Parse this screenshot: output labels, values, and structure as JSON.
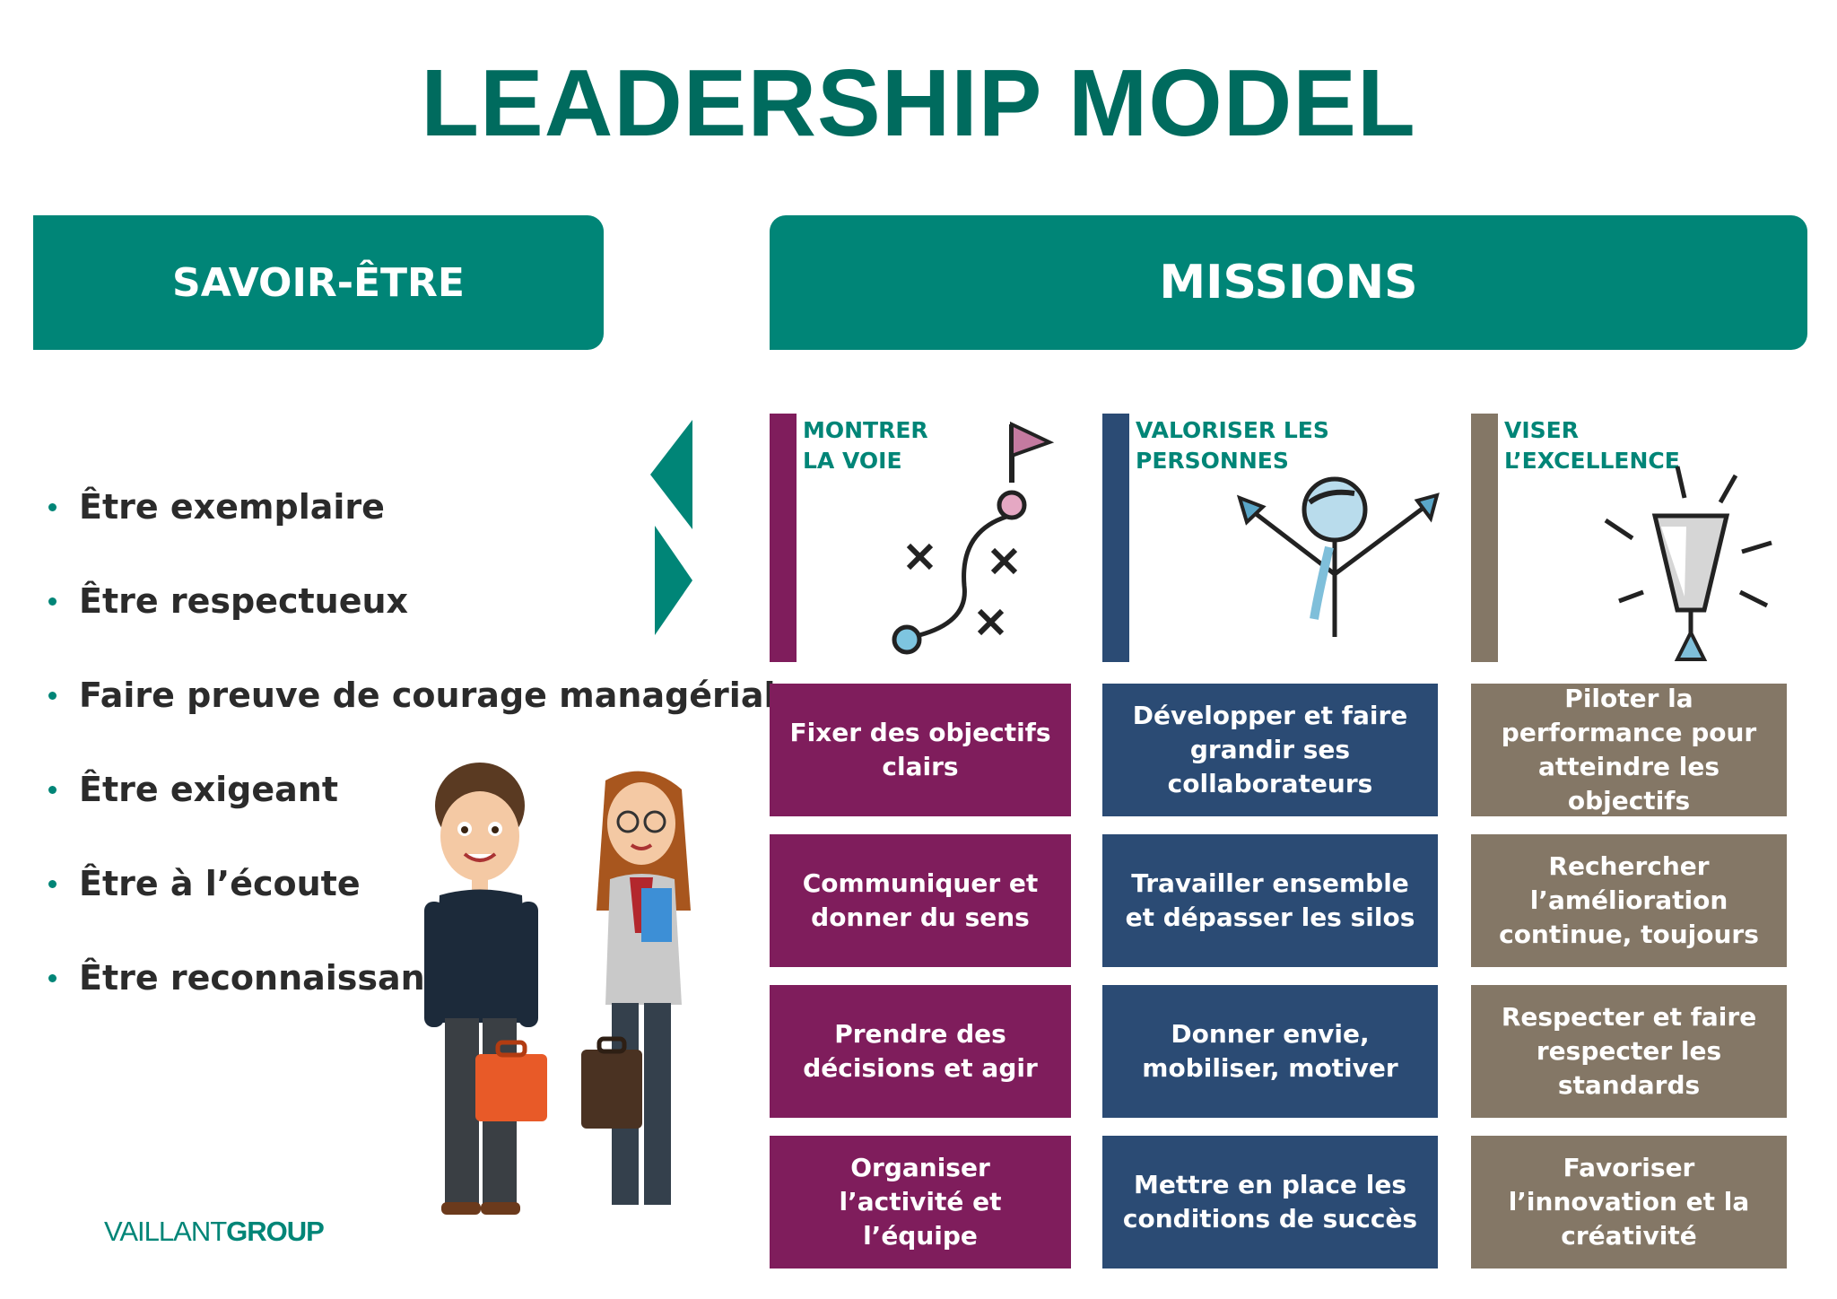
{
  "title": "LEADERSHIP MODEL",
  "colors": {
    "title": "#006b5e",
    "teal": "#008577",
    "purple": "#7f1d5c",
    "navy": "#2b4b74",
    "taupe": "#847766",
    "bullet": "#008577"
  },
  "savoir_etre": {
    "header": "SAVOIR-ÊTRE",
    "items": [
      "Être exemplaire",
      "Être respectueux",
      "Faire preuve de courage managérial",
      "Être exigeant",
      "Être à l’écoute",
      "Être reconnaissant"
    ]
  },
  "missions": {
    "header": "MISSIONS",
    "columns": [
      {
        "line1": "MONTRER",
        "line2": "LA VOIE",
        "icon": "strategy-path-icon",
        "items": [
          "Fixer des objectifs clairs",
          "Communiquer et donner du sens",
          "Prendre des décisions et agir",
          "Organiser l’activité et l’équipe"
        ]
      },
      {
        "line1": "VALORISER LES",
        "line2": "PERSONNES",
        "icon": "cheering-person-icon",
        "items": [
          "Développer et faire grandir ses collaborateurs",
          "Travailler ensemble et dépasser les silos",
          "Donner envie, mobiliser, motiver",
          "Mettre en place les conditions de succès"
        ]
      },
      {
        "line1": "VISER",
        "line2": "L’EXCELLENCE",
        "icon": "trophy-cup-icon",
        "items": [
          "Piloter la performance pour atteindre les objectifs",
          "Rechercher l’amélioration continue, toujours",
          "Respecter et faire respecter les standards",
          "Favoriser l’innovation et la créativité"
        ]
      }
    ]
  },
  "logo": {
    "part1": "VAILLANT",
    "part2": "GROUP"
  }
}
